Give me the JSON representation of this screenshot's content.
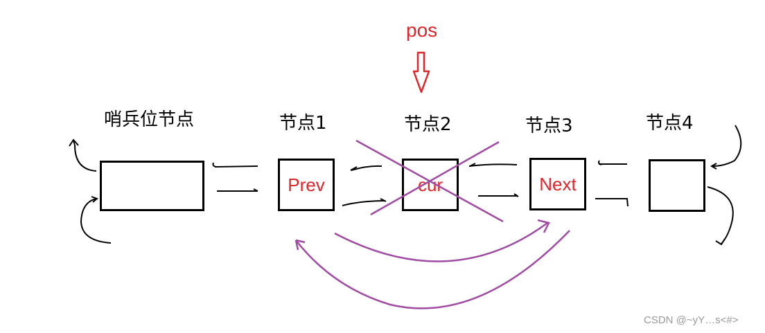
{
  "pointer_label": "pos",
  "nodes": [
    {
      "title": "哨兵位节点",
      "inner": ""
    },
    {
      "title": "节点1",
      "inner": "Prev"
    },
    {
      "title": "节点2",
      "inner": "cur"
    },
    {
      "title": "节点3",
      "inner": "Next"
    },
    {
      "title": "节点4",
      "inner": ""
    }
  ],
  "colors": {
    "text": "#e0252b",
    "strike": "#a04aa4",
    "stroke": "#000000"
  },
  "watermark": "CSDN @~yY…s<#>"
}
